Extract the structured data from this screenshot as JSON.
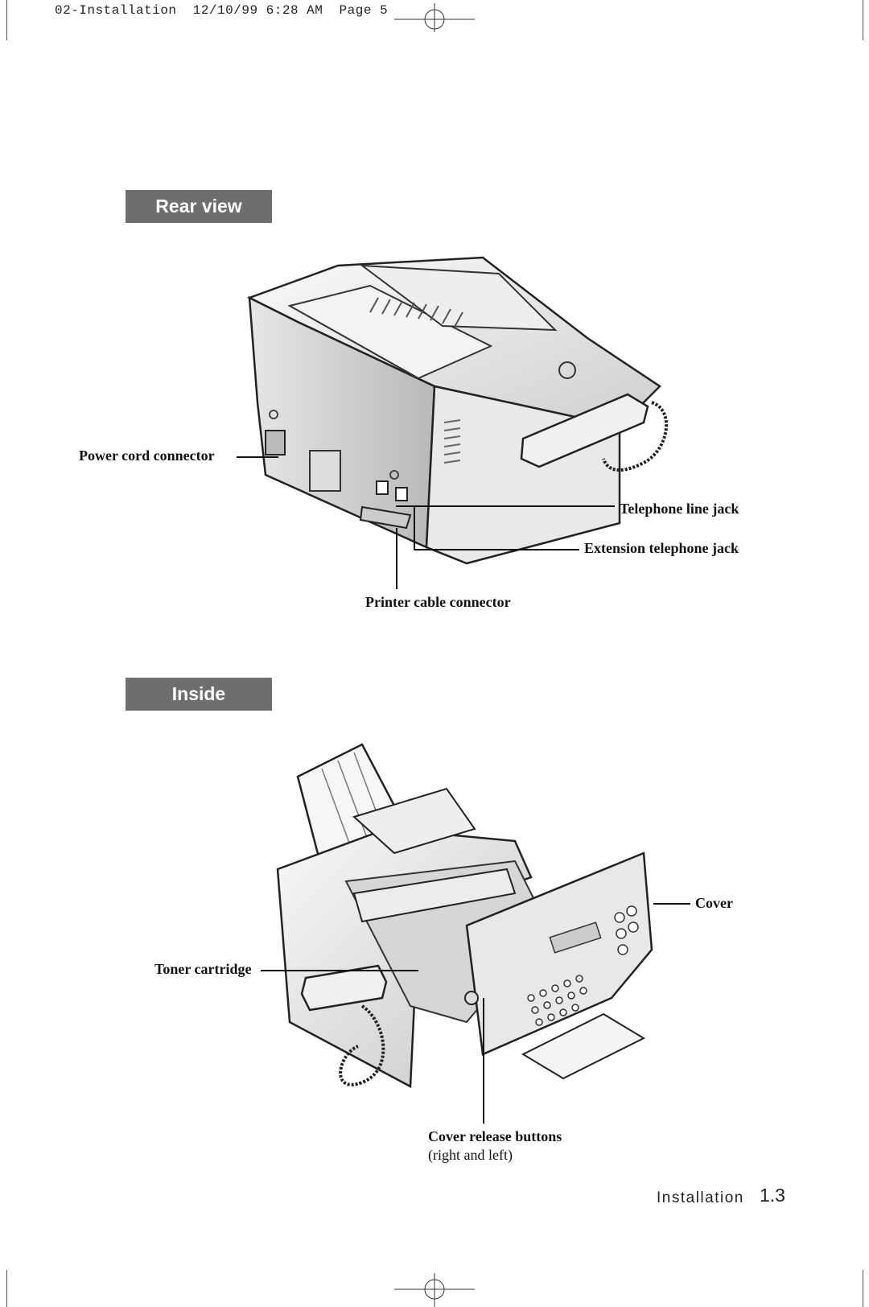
{
  "header": {
    "slug": "02-Installation  12/10/99 6:28 AM  Page 5"
  },
  "rear_view": {
    "heading": "Rear view",
    "labels": {
      "power_cord": "Power cord connector",
      "telephone_line": "Telephone line jack",
      "extension_jack": "Extension telephone jack",
      "printer_cable": "Printer cable connector"
    }
  },
  "inside": {
    "heading": "Inside",
    "labels": {
      "cover": "Cover",
      "toner": "Toner cartridge",
      "release": "Cover release buttons",
      "release_note": "(right and left)"
    }
  },
  "footer": {
    "section": "Installation",
    "page": "1.3"
  }
}
